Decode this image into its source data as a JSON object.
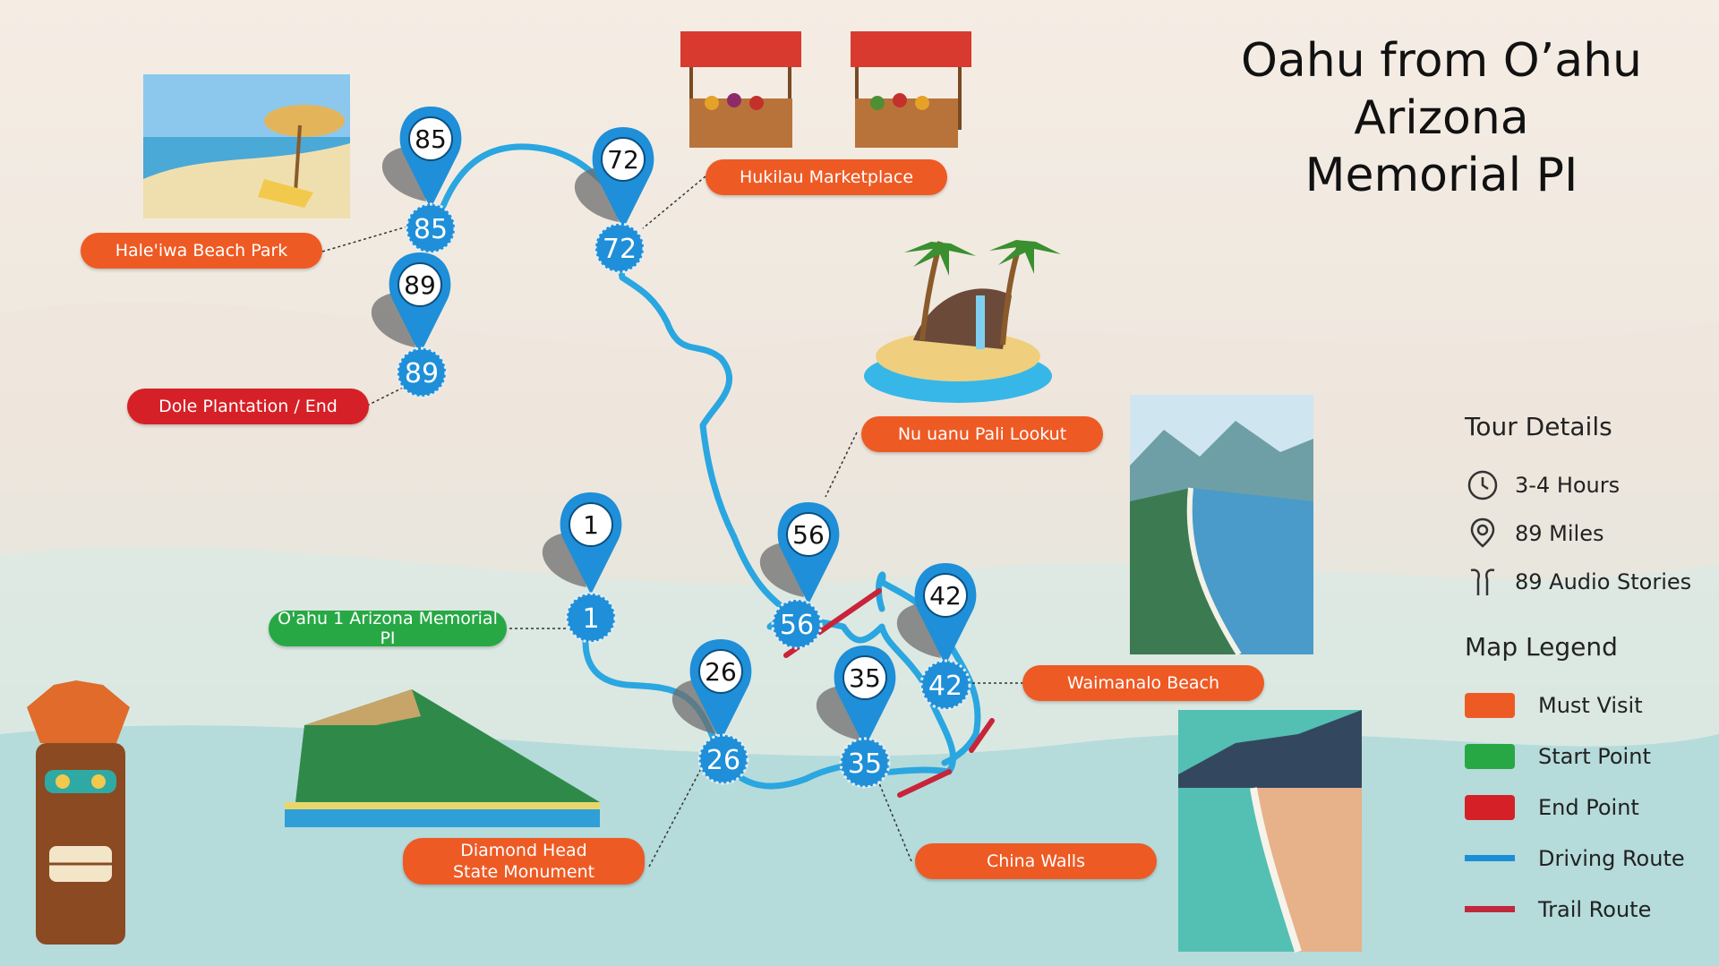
{
  "title": {
    "line1": "Oahu from O’ahu Arizona",
    "line2": "Memorial PI"
  },
  "stops": [
    {
      "id": "1",
      "label": "O'ahu 1 Arizona Memorial PI",
      "type": "start"
    },
    {
      "id": "26",
      "label": [
        "Diamond Head",
        "State Monument"
      ],
      "type": "must"
    },
    {
      "id": "35",
      "label": "China Walls",
      "type": "must"
    },
    {
      "id": "42",
      "label": "Waimanalo Beach",
      "type": "must"
    },
    {
      "id": "56",
      "label": "Nu uanu Pali Lookut",
      "type": "must"
    },
    {
      "id": "72",
      "label": "Hukilau Marketplace",
      "type": "must"
    },
    {
      "id": "85",
      "label": "Hale'iwa Beach Park",
      "type": "must"
    },
    {
      "id": "89",
      "label": "Dole Plantation / End",
      "type": "end"
    }
  ],
  "tour_details": {
    "heading": "Tour Details",
    "items": [
      {
        "icon": "clock-icon",
        "text": "3-4 Hours"
      },
      {
        "icon": "map-pin-icon",
        "text": "89  Miles"
      },
      {
        "icon": "earbuds-icon",
        "text": "89 Audio Stories"
      }
    ]
  },
  "legend": {
    "heading": "Map Legend",
    "items": [
      {
        "kind": "swatch",
        "color": "#ee5a24",
        "label": "Must Visit"
      },
      {
        "kind": "swatch",
        "color": "#27a845",
        "label": "Start Point"
      },
      {
        "kind": "swatch",
        "color": "#d62027",
        "label": "End Point"
      },
      {
        "kind": "line",
        "color": "#1b8fd6",
        "label": "Driving Route"
      },
      {
        "kind": "line",
        "color": "#c0283b",
        "label": "Trail Route"
      }
    ]
  },
  "colors": {
    "driving": "#2aa6e0",
    "trail": "#c8243a",
    "pin": "#1e8fd8",
    "must": "#ee5a24",
    "start": "#27a845",
    "end": "#d62027"
  }
}
